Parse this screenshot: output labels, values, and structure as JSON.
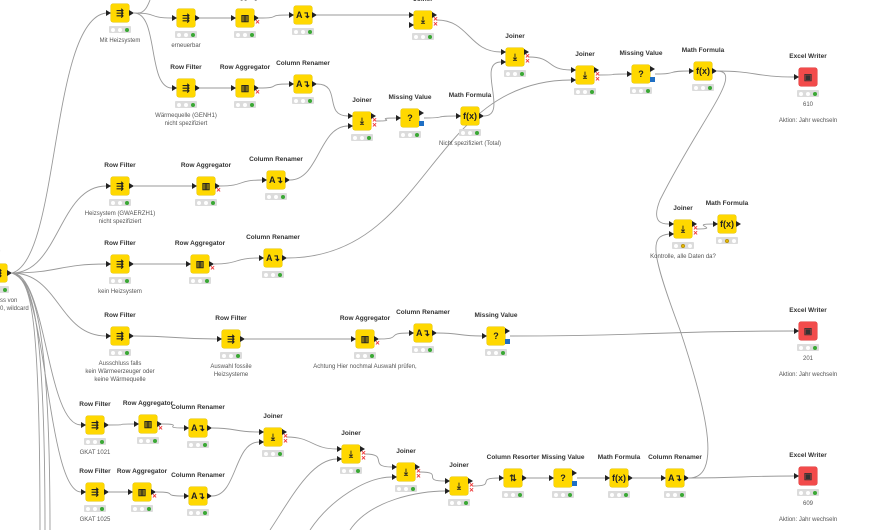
{
  "workflow": {
    "nodes": [
      {
        "title": "",
        "type": "row-filter",
        "annotation": [
          "Mit Heizsystem"
        ],
        "status": "green"
      },
      {
        "title": "Row Filter",
        "type": "row-filter",
        "annotation": [
          "erneuerbar"
        ],
        "status": "green"
      },
      {
        "title": "Row Aggregator",
        "type": "row-aggregator",
        "annotation": [],
        "status": "green"
      },
      {
        "title": "",
        "type": "column-renamer",
        "annotation": [],
        "status": "green"
      },
      {
        "title": "Joiner",
        "type": "joiner",
        "annotation": [],
        "status": "green"
      },
      {
        "title": "Row Filter",
        "type": "row-filter",
        "annotation": [
          "Wärmequelle (GENH1)",
          "nicht spezifiziert"
        ],
        "status": "green"
      },
      {
        "title": "Row Aggregator",
        "type": "row-aggregator",
        "annotation": [],
        "status": "green"
      },
      {
        "title": "Column Renamer",
        "type": "column-renamer",
        "annotation": [],
        "status": "green"
      },
      {
        "title": "Joiner",
        "type": "joiner",
        "annotation": [],
        "status": "green"
      },
      {
        "title": "Missing Value",
        "type": "missing-value",
        "annotation": [],
        "status": "green"
      },
      {
        "title": "Math Formula",
        "type": "math-formula",
        "annotation": [
          "Nicht spezifiziert (Total)"
        ],
        "status": "green"
      },
      {
        "title": "Joiner",
        "type": "joiner",
        "annotation": [],
        "status": "green"
      },
      {
        "title": "Joiner",
        "type": "joiner",
        "annotation": [],
        "status": "green"
      },
      {
        "title": "Missing Value",
        "type": "missing-value",
        "annotation": [],
        "status": "green"
      },
      {
        "title": "Math Formula",
        "type": "math-formula",
        "annotation": [],
        "status": "green"
      },
      {
        "title": "Excel Writer",
        "type": "excel-writer",
        "annotation": [
          "610",
          "",
          "Aktion: Jahr wechseln"
        ],
        "status": "green"
      },
      {
        "title": "Row Filter",
        "type": "row-filter",
        "annotation": [
          "Heizsystem (GWAERZH1)",
          "nicht spezifiziert"
        ],
        "status": "green"
      },
      {
        "title": "Row Aggregator",
        "type": "row-aggregator",
        "annotation": [],
        "status": "green"
      },
      {
        "title": "Column Renamer",
        "type": "column-renamer",
        "annotation": [],
        "status": "green"
      },
      {
        "title": "Row Filter",
        "type": "row-filter",
        "annotation": [
          "kein Heizsystem"
        ],
        "status": "green"
      },
      {
        "title": "Row Aggregator",
        "type": "row-aggregator",
        "annotation": [],
        "status": "green"
      },
      {
        "title": "Column Renamer",
        "type": "column-renamer",
        "annotation": [],
        "status": "green"
      },
      {
        "title": "ter",
        "type": "row-filter",
        "annotation": [
          "ss von",
          "0, wildcard"
        ],
        "status": "green"
      },
      {
        "title": "Joiner",
        "type": "joiner",
        "annotation": [
          "Kontrolle, alle Daten da?"
        ],
        "status": "yellow"
      },
      {
        "title": "Math Formula",
        "type": "math-formula",
        "annotation": [],
        "status": "yellow"
      },
      {
        "title": "Row Filter",
        "type": "row-filter",
        "annotation": [
          "Ausschluss falls",
          "kein Wärmeerzeuger oder",
          "keine Wärmequelle"
        ],
        "status": "green"
      },
      {
        "title": "Row Filter",
        "type": "row-filter",
        "annotation": [
          "Auswahl fossile",
          "Heizsysteme"
        ],
        "status": "green"
      },
      {
        "title": "Row Aggregator",
        "type": "row-aggregator",
        "annotation": [
          "Achtung Hier nochmal Auswahl prüfen,"
        ],
        "status": "green"
      },
      {
        "title": "Column Renamer",
        "type": "column-renamer",
        "annotation": [],
        "status": "green"
      },
      {
        "title": "Missing Value",
        "type": "missing-value",
        "annotation": [],
        "status": "green"
      },
      {
        "title": "Excel Writer",
        "type": "excel-writer",
        "annotation": [
          "201",
          "",
          "Aktion: Jahr wechseln"
        ],
        "status": "green"
      },
      {
        "title": "Row Filter",
        "type": "row-filter",
        "annotation": [
          "GKAT 1021"
        ],
        "status": "green"
      },
      {
        "title": "Row Aggregator",
        "type": "row-aggregator",
        "annotation": [],
        "status": "green"
      },
      {
        "title": "Column Renamer",
        "type": "column-renamer",
        "annotation": [],
        "status": "green"
      },
      {
        "title": "Joiner",
        "type": "joiner",
        "annotation": [],
        "status": "green"
      },
      {
        "title": "Joiner",
        "type": "joiner",
        "annotation": [],
        "status": "green"
      },
      {
        "title": "Joiner",
        "type": "joiner",
        "annotation": [],
        "status": "green"
      },
      {
        "title": "Joiner",
        "type": "joiner",
        "annotation": [],
        "status": "green"
      },
      {
        "title": "Column Resorter",
        "type": "column-resorter",
        "annotation": [],
        "status": "green"
      },
      {
        "title": "Missing Value",
        "type": "missing-value",
        "annotation": [],
        "status": "green"
      },
      {
        "title": "Math Formula",
        "type": "math-formula",
        "annotation": [],
        "status": "green"
      },
      {
        "title": "Column Renamer",
        "type": "column-renamer",
        "annotation": [],
        "status": "green"
      },
      {
        "title": "Excel Writer",
        "type": "excel-writer",
        "annotation": [
          "609",
          "",
          "Aktion: Jahr wechseln"
        ],
        "status": "green"
      },
      {
        "title": "Row Filter",
        "type": "row-filter",
        "annotation": [
          "GKAT 1025"
        ],
        "status": "green"
      },
      {
        "title": "Row Aggregator",
        "type": "row-aggregator",
        "annotation": [],
        "status": "green"
      },
      {
        "title": "Column Renamer",
        "type": "column-renamer",
        "annotation": [],
        "status": "green"
      }
    ],
    "connections": [
      [
        0,
        1,
        0
      ],
      [
        0,
        5,
        0
      ],
      [
        1,
        2,
        0
      ],
      [
        2,
        3,
        0
      ],
      [
        3,
        4,
        0
      ],
      [
        4,
        11,
        0
      ],
      [
        10,
        11,
        1
      ],
      [
        11,
        12,
        0
      ],
      [
        21,
        12,
        1
      ],
      [
        12,
        13,
        0
      ],
      [
        13,
        14,
        0
      ],
      [
        14,
        15,
        0
      ],
      [
        14,
        23,
        0
      ],
      [
        41,
        23,
        1
      ],
      [
        23,
        24,
        0
      ],
      [
        5,
        6,
        0
      ],
      [
        6,
        7,
        0
      ],
      [
        7,
        8,
        0
      ],
      [
        18,
        8,
        1
      ],
      [
        8,
        9,
        0
      ],
      [
        9,
        10,
        0
      ],
      [
        16,
        17,
        0
      ],
      [
        17,
        18,
        0
      ],
      [
        19,
        20,
        0
      ],
      [
        20,
        21,
        0
      ],
      [
        22,
        0,
        0
      ],
      [
        22,
        16,
        0
      ],
      [
        22,
        19,
        0
      ],
      [
        22,
        25,
        0
      ],
      [
        22,
        31,
        0
      ],
      [
        22,
        43,
        0
      ],
      [
        25,
        26,
        0
      ],
      [
        26,
        27,
        0
      ],
      [
        27,
        28,
        0
      ],
      [
        28,
        29,
        0
      ],
      [
        29,
        30,
        0
      ],
      [
        31,
        32,
        0
      ],
      [
        32,
        33,
        0
      ],
      [
        33,
        34,
        0
      ],
      [
        45,
        34,
        1
      ],
      [
        34,
        35,
        0
      ],
      [
        35,
        36,
        0
      ],
      [
        36,
        37,
        0
      ],
      [
        37,
        38,
        0
      ],
      [
        38,
        39,
        0
      ],
      [
        39,
        40,
        0
      ],
      [
        40,
        41,
        0
      ],
      [
        41,
        42,
        0
      ],
      [
        43,
        44,
        0
      ],
      [
        44,
        45,
        0
      ]
    ]
  }
}
